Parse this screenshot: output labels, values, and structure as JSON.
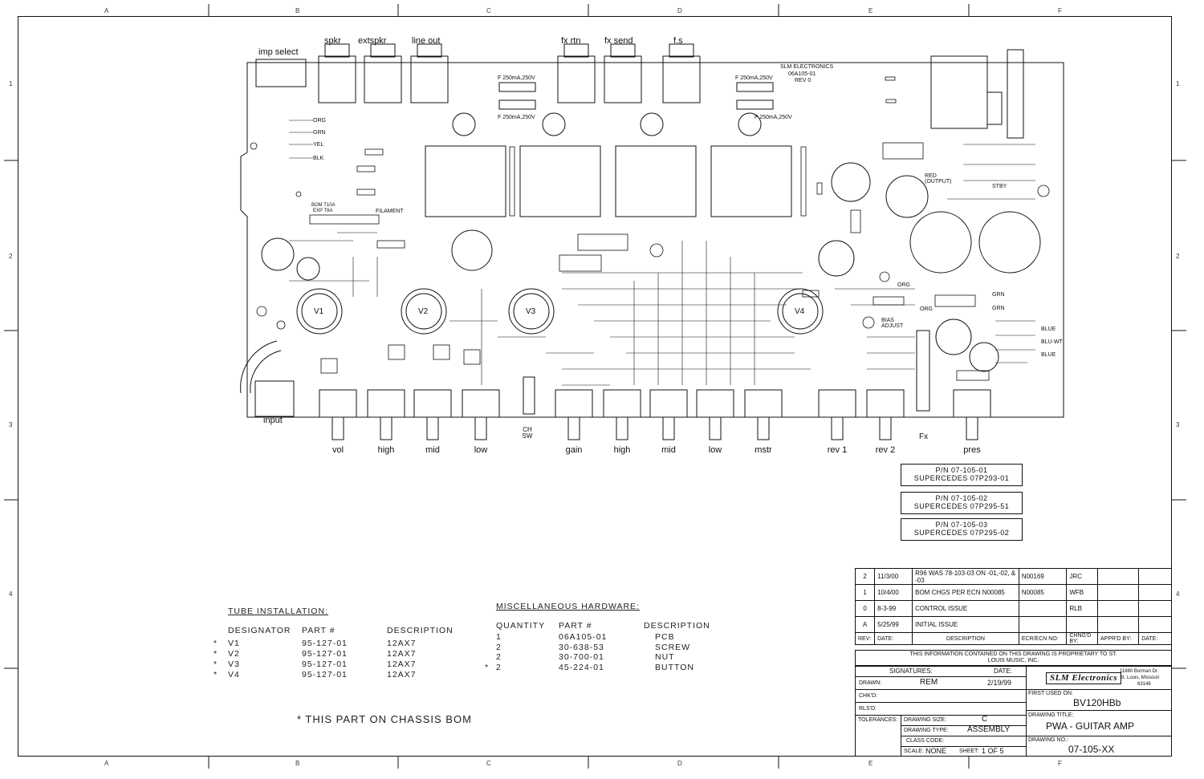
{
  "zones": {
    "columns": [
      "A",
      "B",
      "C",
      "D",
      "E",
      "F"
    ],
    "rows": [
      "1",
      "2",
      "3",
      "4"
    ]
  },
  "board": {
    "jacks": [
      "imp select",
      "spkr",
      "extspkr",
      "line out",
      "fx rtn",
      "fx send",
      "f.s"
    ],
    "company": "SLM ELECTRONICS",
    "board_no": "06A105-01",
    "board_rev": "REV 0",
    "fuses": {
      "f4": "F 250mA,250V",
      "f5": "F 250mA,250V",
      "f2": "F 250mA,250V",
      "f3": "F 250mA,250V"
    },
    "wire_colors": [
      "ORG",
      "GRN",
      "YEL",
      "BLK"
    ],
    "filament": "FILAMENT",
    "fuse_main": "BOM T10A",
    "fuse_main_sub": "EXP T8A",
    "tubes": [
      "V1",
      "V2",
      "V3",
      "V4"
    ],
    "bias_adjust": "BIAS ADJUST",
    "red_output": "RED (OUTPUT)",
    "stby": "STBY",
    "right_wire_colors": [
      "ORG",
      "ORG",
      "GRN",
      "GRN",
      "BLUE",
      "BLU-WT",
      "BLUE"
    ],
    "input_label": "input",
    "ch_sw": "CH SW",
    "fx_label": "Fx",
    "pots": [
      "vol",
      "high",
      "mid",
      "low",
      "gain",
      "high",
      "mid",
      "low",
      "mstr",
      "rev 1",
      "rev 2",
      "pres"
    ]
  },
  "part_numbers": [
    {
      "pn": "P/N 07-105-01",
      "sup": "SUPERCEDES 07P293-01"
    },
    {
      "pn": "P/N 07-105-02",
      "sup": "SUPERCEDES 07P295-51"
    },
    {
      "pn": "P/N 07-105-03",
      "sup": "SUPERCEDES 07P295-02"
    }
  ],
  "tube_installation": {
    "title": "TUBE INSTALLATION:",
    "headers": [
      "DESIGNATOR",
      "PART #",
      "DESCRIPTION"
    ],
    "rows": [
      {
        "star": "*",
        "designator": "V1",
        "part": "95-127-01",
        "desc": "12AX7"
      },
      {
        "star": "*",
        "designator": "V2",
        "part": "95-127-01",
        "desc": "12AX7"
      },
      {
        "star": "*",
        "designator": "V3",
        "part": "95-127-01",
        "desc": "12AX7"
      },
      {
        "star": "*",
        "designator": "V4",
        "part": "95-127-01",
        "desc": "12AX7"
      }
    ]
  },
  "misc_hardware": {
    "title": "MISCELLANEOUS HARDWARE:",
    "headers": [
      "QUANTITY",
      "PART #",
      "DESCRIPTION"
    ],
    "rows": [
      {
        "star": "",
        "qty": "1",
        "part": "06A105-01",
        "desc": "PCB"
      },
      {
        "star": "",
        "qty": "2",
        "part": "30-638-53",
        "desc": "SCREW"
      },
      {
        "star": "",
        "qty": "2",
        "part": "30-700-01",
        "desc": "NUT"
      },
      {
        "star": "*",
        "qty": "2",
        "part": "45-224-01",
        "desc": "BUTTON"
      }
    ]
  },
  "chassis_note": "* THIS PART ON CHASSIS BOM",
  "revisions": [
    {
      "rev": "2",
      "date": "11/3/00",
      "desc": "R96 WAS 78-103-03 ON -01,-02, & -03",
      "ecr": "N00169",
      "by": "JRC"
    },
    {
      "rev": "1",
      "date": "10/4/00",
      "desc": "BOM CHGS PER ECN N00085",
      "ecr": "N00085",
      "by": "WFB"
    },
    {
      "rev": "0",
      "date": "8-3-99",
      "desc": "CONTROL ISSUE",
      "ecr": "",
      "by": "RLB"
    },
    {
      "rev": "A",
      "date": "5/25/99",
      "desc": "INITIAL ISSUE",
      "ecr": "",
      "by": ""
    }
  ],
  "rev_headers": [
    "REV:",
    "DATE:",
    "DESCRIPTION",
    "ECR/ECN NO:",
    "CHNG'D BY:",
    "APPR'D BY:",
    "DATE:"
  ],
  "proprietary": "THIS INFORMATION CONTAINED ON THIS DRAWING IS PROPRIETARY TO ST. LOUIS MUSIC, INC.",
  "title_block": {
    "signatures": "SIGNATURES:",
    "date_hdr": "DATE:",
    "drawn_label": "DRAWN:",
    "drawn_by": "REM",
    "drawn_date": "2/19/99",
    "chkd": "CHK'D:",
    "rlsd": "RLS'D:",
    "tolerances": "TOLERANCES:",
    "drawing_size_label": "DRAWING SIZE:",
    "drawing_size": "C",
    "drawing_type_label": "DRAWING TYPE:",
    "drawing_type": "ASSEMBLY",
    "class_code_label": "CLASS CODE:",
    "scale_label": "SCALE:",
    "scale": "NONE",
    "sheet_label": "SHEET:",
    "sheet": "1 OF 5",
    "logo": "SLM Electronics",
    "address1": "11880 Borman Dr.",
    "address2": "St. Louis, Missouri",
    "address3": "63146",
    "first_used_label": "FIRST USED ON:",
    "first_used": "BV120HBb",
    "drawing_title_label": "DRAWING TITLE:",
    "drawing_title": "PWA - GUITAR AMP",
    "drawing_no_label": "DRAWING NO.:",
    "drawing_no": "07-105-XX"
  }
}
